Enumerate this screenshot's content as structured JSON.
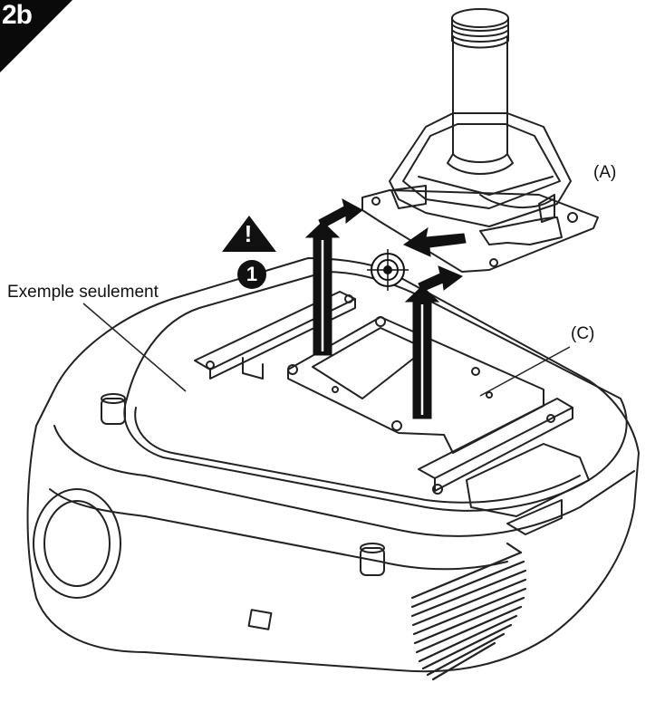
{
  "step": {
    "number": "2b"
  },
  "labels": {
    "mount": "(A)",
    "plate": "(C)",
    "example": "Exemple seulement"
  },
  "callout": {
    "number": "1",
    "warning": "!"
  },
  "icons": [
    "warning-icon",
    "numbered-callout-icon",
    "alignment-target-icon",
    "arrow-up-icon",
    "arrow-left-icon"
  ]
}
